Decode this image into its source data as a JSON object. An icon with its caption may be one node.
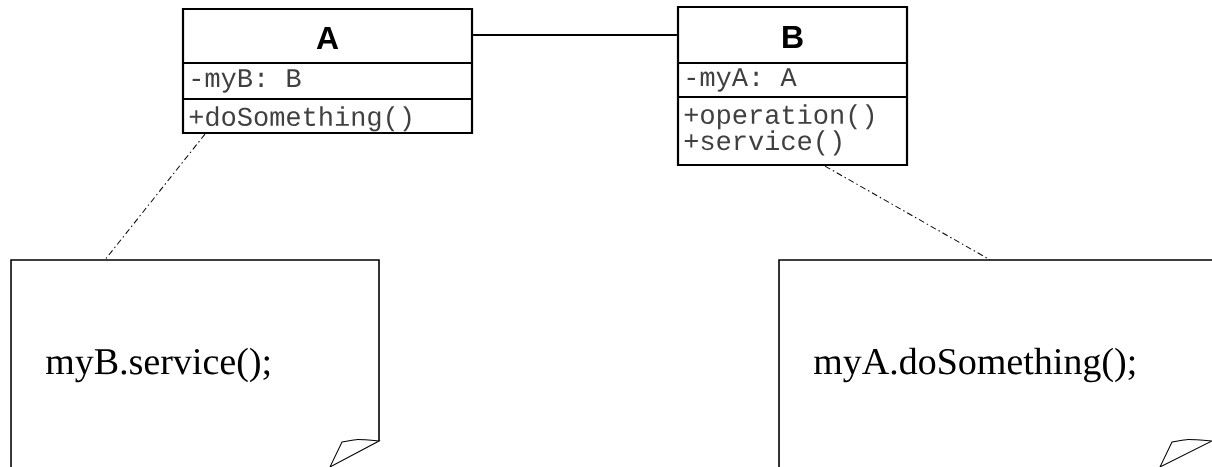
{
  "diagram": {
    "nodes": [
      {
        "text": [
          "A",
          "-myB: B",
          "+doSomething()"
        ]
      },
      {
        "text": [
          "B",
          "-myA: A",
          "+operation() +service()"
        ]
      },
      {
        "text": [
          "myB.service();"
        ]
      },
      {
        "text": [
          "myA.doSomething();"
        ]
      }
    ],
    "edges": [
      {
        "from": 0,
        "to": 1,
        "arrow": "none"
      },
      {
        "from": 0,
        "to": 2,
        "arrow": "none",
        "style": "dashed"
      },
      {
        "from": 1,
        "to": 3,
        "arrow": "none",
        "style": "dashed"
      }
    ]
  }
}
